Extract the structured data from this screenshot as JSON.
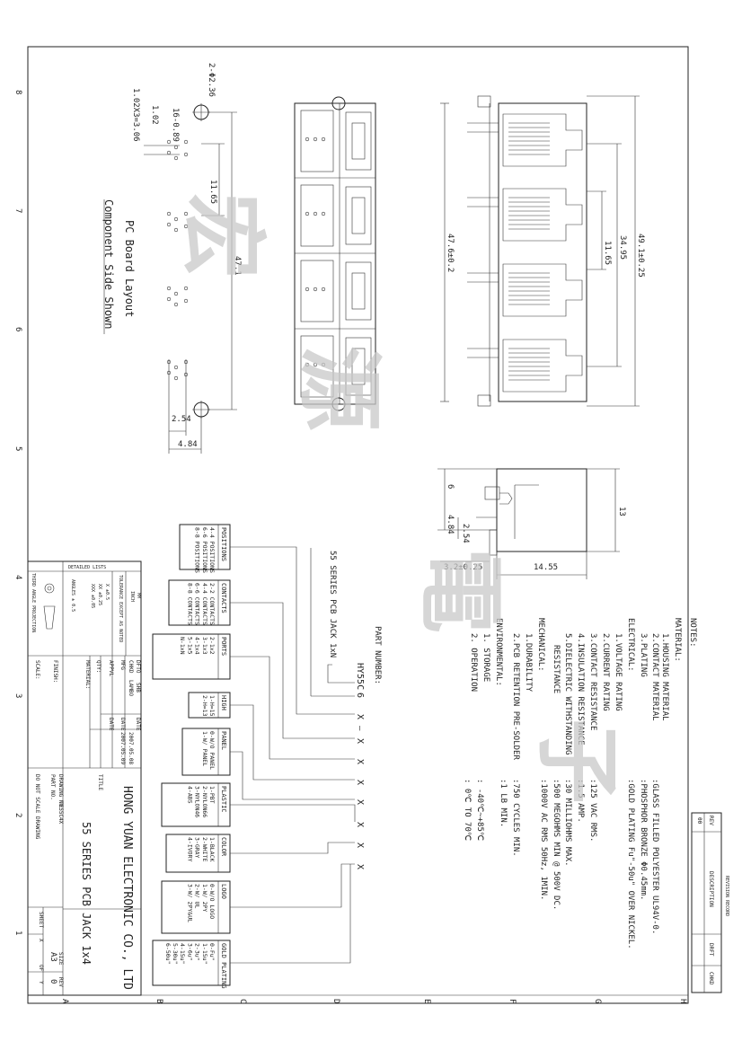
{
  "border": {
    "left_numbers": [
      "8",
      "7",
      "6",
      "5",
      "4",
      "3",
      "2",
      "1"
    ],
    "bottom_letters": [
      "A",
      "B",
      "C",
      "D",
      "E",
      "F",
      "G",
      "H"
    ]
  },
  "pcb_layout": {
    "caption_1": "PC Board Layout",
    "caption_2": "Component Side Shown",
    "dims": [
      "2-Φ2.36",
      "16-0.89",
      "1.02",
      "1.02X3=3.06",
      "11.65",
      "47.1",
      "2.54",
      "4.84"
    ]
  },
  "front_view": {
    "dims": [
      "11.65",
      "34.95",
      "47.6±0.2",
      "49.1±0.25"
    ]
  },
  "side_view": {
    "dims": [
      "6",
      "4.84",
      "2.54",
      "3.2±0.25",
      "14.55",
      "13"
    ]
  },
  "notes": {
    "title": "NOTES:",
    "lines": [
      "MATERIAL:",
      "1.HOUSING MATERIAL",
      "2.CONTACT MATERIAL",
      "3.PLATING",
      "ELECTRICAL:",
      "1.VOLTAGE RATING",
      "2.CURRENT RATING",
      "3.CONTACT RESISTANCE",
      "4.INSULATION RESISTANCE",
      "5.DIELECTRIC WITHSTANDING",
      "RESISTANCE",
      "MECHANICAL:",
      "1.DURABILITY",
      "2.PCB RETENTION PRE-SOLDER",
      "ENVIRONMENTAL:",
      "1. STORAGE",
      "2. OPERATION"
    ],
    "values": [
      ":GLASS FILLED POLYESTER UL94V-0.",
      ":PHOSPHOR BRONZE Φ0.45mm.",
      ":GOLD PLATING Fu\"-50u\" OVER NICKEL.",
      ":125 VAC RMS.",
      ":1.5 AMP.",
      ":30 MILLIOHMS MAX.",
      ":500 MEGOHMS MIN @ 500V DC.",
      ":1000V AC RMS 50Hz, 1MIN.",
      ":750 CYCLES MIN.",
      ":1 LB MIN.",
      ": -40℃~+85℃",
      ": 0℃ TO 70℃"
    ]
  },
  "part_number": {
    "series_label": "55 SERIES PCB JACK 1xN",
    "label": "PART NUMBER:",
    "code": "HY55C",
    "digit": "6",
    "dash": "—",
    "x": "X"
  },
  "option_boxes": {
    "positions": {
      "title": "POSITIONS",
      "items": [
        "4-4 POSITIONS",
        "6-6 POSITIONS",
        "8-8 POSITIONS"
      ]
    },
    "contacts": {
      "title": "CONTACTS",
      "items": [
        "2-2 CONTACTS",
        "4-4 CONTACTS",
        "6-6 CONTACTS",
        "8-8 CONTACTS"
      ]
    },
    "ports": {
      "title": "PORTS",
      "items": [
        "2-1x2",
        "3-1x3",
        "4-1x4",
        "5-1x5",
        "N-1xN"
      ]
    },
    "high": {
      "title": "HIGH",
      "items": [
        "1-H=15",
        "2-H=13"
      ]
    },
    "panel": {
      "title": "PANEL",
      "items": [
        "0-W/O PANEL",
        "1-W/ PANEL"
      ]
    },
    "plastic": {
      "title": "PLASTIC",
      "items": [
        "1-PBT",
        "2-NYLON66",
        "3-NYLON46",
        "4-ABS"
      ]
    },
    "color": {
      "title": "COLOR",
      "items": [
        "1-BLACK",
        "2-WHITE",
        "3-GRAY",
        "4-IVORY"
      ]
    },
    "logo": {
      "title": "LOGO",
      "items": [
        "0-W/O LOGO",
        "1-W/ 2PY",
        "2-W/ UL",
        "3-W/ 2PY&UL"
      ]
    },
    "gold": {
      "title": "GOLD PLATING",
      "items": [
        "0-Fu\"",
        "1-15u\"",
        "2-3u\"",
        "3-6u\"",
        "4-15u\"",
        "5-30u\"",
        "6-50u\""
      ]
    }
  },
  "revision": {
    "title": "REVISION RECORD",
    "rev_h": "REV",
    "rev_v": "00",
    "desc_h": "DESCRIPTION",
    "draft_h": "DRFT",
    "chkd_h": "CHKD"
  },
  "title_block": {
    "company": "HONG YUAN ELECTRONIC CO., LTD",
    "title_label": "TITLE",
    "product": "55 SERIES PCB JACK 1x4",
    "drawing_no_label": "DRAWING NO.",
    "drawing_no": "TE55C4X",
    "part_no_label": "PART NO.",
    "do_not_scale": "DO NOT SCALE DRAWING",
    "size_label": "SIZE",
    "size": "A3",
    "rev_label": "REV",
    "rev": "0",
    "sheet_label": "SHEET",
    "sheet": "X",
    "of_label": "OF",
    "of": "Y",
    "dfto_label": "DFTO",
    "dfto": "SHB",
    "chkd_label": "CHKD",
    "chkd": "LAMBO",
    "mfg_label": "MFG",
    "appd_label": "APPVL",
    "date_label": "DATE",
    "date1": "2007.05.08",
    "date2": "2007.05.09",
    "material_label": "MATERIAL:",
    "finish_label": "FINISH:",
    "scale_label": "SCALE:",
    "qty_label": "QTY:"
  },
  "tolerance_block": {
    "header": "DETAILED LISTS",
    "units_mm": "MM",
    "units_inch": "INCH",
    "tol_label": "TOLERANCE EXCEPT AS NOTED",
    "angle": "ANGLES ± 0.5",
    "proj": "THIRD ANGLE PROJECTION",
    "rows": [
      "X ±0.5",
      "XX ±0.25",
      "XXX ±0.05"
    ]
  },
  "watermark": [
    "宏",
    "源",
    "電",
    "子"
  ]
}
